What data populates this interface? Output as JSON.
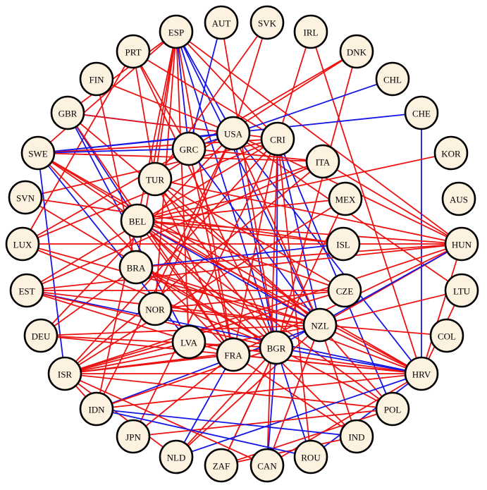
{
  "colors": {
    "red_edge": "#ee1111",
    "blue_edge": "#1515e6",
    "node_fill": "#fdf1e0",
    "node_stroke": "#000000"
  },
  "nodes": [
    {
      "id": "ESP",
      "label": "ESP"
    },
    {
      "id": "AUT",
      "label": "AUT"
    },
    {
      "id": "SVK",
      "label": "SVK"
    },
    {
      "id": "IRL",
      "label": "IRL"
    },
    {
      "id": "PRT",
      "label": "PRT"
    },
    {
      "id": "DNK",
      "label": "DNK"
    },
    {
      "id": "FIN",
      "label": "FIN"
    },
    {
      "id": "CHL",
      "label": "CHL"
    },
    {
      "id": "GBR",
      "label": "GBR"
    },
    {
      "id": "CHE",
      "label": "CHE"
    },
    {
      "id": "USA",
      "label": "USA"
    },
    {
      "id": "CRI",
      "label": "CRI"
    },
    {
      "id": "SWE",
      "label": "SWE"
    },
    {
      "id": "GRC",
      "label": "GRC"
    },
    {
      "id": "ITA",
      "label": "ITA"
    },
    {
      "id": "KOR",
      "label": "KOR"
    },
    {
      "id": "TUR",
      "label": "TUR"
    },
    {
      "id": "SVN",
      "label": "SVN"
    },
    {
      "id": "MEX",
      "label": "MEX"
    },
    {
      "id": "AUS",
      "label": "AUS"
    },
    {
      "id": "BEL",
      "label": "BEL"
    },
    {
      "id": "LUX",
      "label": "LUX"
    },
    {
      "id": "ISL",
      "label": "ISL"
    },
    {
      "id": "HUN",
      "label": "HUN"
    },
    {
      "id": "BRA",
      "label": "BRA"
    },
    {
      "id": "EST",
      "label": "EST"
    },
    {
      "id": "CZE",
      "label": "CZE"
    },
    {
      "id": "LTU",
      "label": "LTU"
    },
    {
      "id": "NOR",
      "label": "NOR"
    },
    {
      "id": "DEU",
      "label": "DEU"
    },
    {
      "id": "NZL",
      "label": "NZL"
    },
    {
      "id": "COL",
      "label": "COL"
    },
    {
      "id": "LVA",
      "label": "LVA"
    },
    {
      "id": "FRA",
      "label": "FRA"
    },
    {
      "id": "BGR",
      "label": "BGR"
    },
    {
      "id": "ISR",
      "label": "ISR"
    },
    {
      "id": "HRV",
      "label": "HRV"
    },
    {
      "id": "IDN",
      "label": "IDN"
    },
    {
      "id": "POL",
      "label": "POL"
    },
    {
      "id": "JPN",
      "label": "JPN"
    },
    {
      "id": "IND",
      "label": "IND"
    },
    {
      "id": "NLD",
      "label": "NLD"
    },
    {
      "id": "ZAF",
      "label": "ZAF"
    },
    {
      "id": "CAN",
      "label": "CAN"
    },
    {
      "id": "ROU",
      "label": "ROU"
    }
  ],
  "edges": [
    {
      "from": "ESP",
      "to": "USA",
      "color": "blue"
    },
    {
      "from": "ESP",
      "to": "CRI",
      "color": "red"
    },
    {
      "from": "ESP",
      "to": "GRC",
      "color": "blue"
    },
    {
      "from": "ESP",
      "to": "TUR",
      "color": "red"
    },
    {
      "from": "ESP",
      "to": "BEL",
      "color": "red"
    },
    {
      "from": "ESP",
      "to": "BRA",
      "color": "red"
    },
    {
      "from": "ESP",
      "to": "NZL",
      "color": "blue"
    },
    {
      "from": "ESP",
      "to": "BGR",
      "color": "blue"
    },
    {
      "from": "ESP",
      "to": "FRA",
      "color": "red"
    },
    {
      "from": "ESP",
      "to": "LVA",
      "color": "red"
    },
    {
      "from": "ESP",
      "to": "SWE",
      "color": "red"
    },
    {
      "from": "ESP",
      "to": "GBR",
      "color": "red"
    },
    {
      "from": "ESP",
      "to": "HUN",
      "color": "red"
    },
    {
      "from": "ESP",
      "to": "NOR",
      "color": "red"
    },
    {
      "from": "AUT",
      "to": "GRC",
      "color": "blue"
    },
    {
      "from": "AUT",
      "to": "BGR",
      "color": "red"
    },
    {
      "from": "SVK",
      "to": "USA",
      "color": "red"
    },
    {
      "from": "SVK",
      "to": "TUR",
      "color": "red"
    },
    {
      "from": "IRL",
      "to": "CRI",
      "color": "red"
    },
    {
      "from": "IRL",
      "to": "HRV",
      "color": "red"
    },
    {
      "from": "PRT",
      "to": "CRI",
      "color": "red"
    },
    {
      "from": "PRT",
      "to": "GRC",
      "color": "red"
    },
    {
      "from": "PRT",
      "to": "TUR",
      "color": "red"
    },
    {
      "from": "PRT",
      "to": "LUX",
      "color": "red"
    },
    {
      "from": "PRT",
      "to": "BGR",
      "color": "red"
    },
    {
      "from": "DNK",
      "to": "GRC",
      "color": "red"
    },
    {
      "from": "DNK",
      "to": "TUR",
      "color": "red"
    },
    {
      "from": "DNK",
      "to": "BGR",
      "color": "red"
    },
    {
      "from": "FIN",
      "to": "USA",
      "color": "red"
    },
    {
      "from": "FIN",
      "to": "BRA",
      "color": "red"
    },
    {
      "from": "CHL",
      "to": "GRC",
      "color": "blue"
    },
    {
      "from": "GBR",
      "to": "USA",
      "color": "blue"
    },
    {
      "from": "GBR",
      "to": "CRI",
      "color": "red"
    },
    {
      "from": "GBR",
      "to": "BEL",
      "color": "blue"
    },
    {
      "from": "GBR",
      "to": "FRA",
      "color": "red"
    },
    {
      "from": "GBR",
      "to": "NZL",
      "color": "red"
    },
    {
      "from": "GBR",
      "to": "LVA",
      "color": "blue"
    },
    {
      "from": "CHE",
      "to": "SWE",
      "color": "blue"
    },
    {
      "from": "CHE",
      "to": "HRV",
      "color": "blue"
    },
    {
      "from": "USA",
      "to": "SWE",
      "color": "blue"
    },
    {
      "from": "USA",
      "to": "HUN",
      "color": "red"
    },
    {
      "from": "USA",
      "to": "BGR",
      "color": "blue"
    },
    {
      "from": "USA",
      "to": "IDN",
      "color": "red"
    },
    {
      "from": "USA",
      "to": "LTU",
      "color": "red"
    },
    {
      "from": "USA",
      "to": "NOR",
      "color": "red"
    },
    {
      "from": "USA",
      "to": "NZL",
      "color": "red"
    },
    {
      "from": "USA",
      "to": "DEU",
      "color": "red"
    },
    {
      "from": "USA",
      "to": "HRV",
      "color": "blue"
    },
    {
      "from": "CRI",
      "to": "SWE",
      "color": "red"
    },
    {
      "from": "CRI",
      "to": "SVN",
      "color": "red"
    },
    {
      "from": "CRI",
      "to": "LUX",
      "color": "red"
    },
    {
      "from": "CRI",
      "to": "EST",
      "color": "red"
    },
    {
      "from": "CRI",
      "to": "NZL",
      "color": "blue"
    },
    {
      "from": "CRI",
      "to": "BGR",
      "color": "blue"
    },
    {
      "from": "CRI",
      "to": "CAN",
      "color": "red"
    },
    {
      "from": "CRI",
      "to": "JPN",
      "color": "red"
    },
    {
      "from": "CRI",
      "to": "ISR",
      "color": "red"
    },
    {
      "from": "CRI",
      "to": "POL",
      "color": "blue"
    },
    {
      "from": "CRI",
      "to": "ROU",
      "color": "red"
    },
    {
      "from": "CRI",
      "to": "FRA",
      "color": "red"
    },
    {
      "from": "SWE",
      "to": "GRC",
      "color": "blue"
    },
    {
      "from": "SWE",
      "to": "BEL",
      "color": "red"
    },
    {
      "from": "SWE",
      "to": "NZL",
      "color": "red"
    },
    {
      "from": "SWE",
      "to": "HRV",
      "color": "red"
    },
    {
      "from": "SWE",
      "to": "LVA",
      "color": "blue"
    },
    {
      "from": "SWE",
      "to": "ISR",
      "color": "blue"
    },
    {
      "from": "SWE",
      "to": "ITA",
      "color": "red"
    },
    {
      "from": "SWE",
      "to": "FRA",
      "color": "red"
    },
    {
      "from": "GRC",
      "to": "ITA",
      "color": "red"
    },
    {
      "from": "GRC",
      "to": "NZL",
      "color": "blue"
    },
    {
      "from": "GRC",
      "to": "LUX",
      "color": "red"
    },
    {
      "from": "GRC",
      "to": "FRA",
      "color": "red"
    },
    {
      "from": "ITA",
      "to": "BEL",
      "color": "red"
    },
    {
      "from": "ITA",
      "to": "HUN",
      "color": "red"
    },
    {
      "from": "ITA",
      "to": "EST",
      "color": "red"
    },
    {
      "from": "ITA",
      "to": "ISR",
      "color": "red"
    },
    {
      "from": "TUR",
      "to": "HUN",
      "color": "red"
    },
    {
      "from": "TUR",
      "to": "NZL",
      "color": "red"
    },
    {
      "from": "TUR",
      "to": "FRA",
      "color": "red"
    },
    {
      "from": "TUR",
      "to": "CZE",
      "color": "red"
    },
    {
      "from": "TUR",
      "to": "BGR",
      "color": "red"
    },
    {
      "from": "SVN",
      "to": "BGR",
      "color": "red"
    },
    {
      "from": "SVN",
      "to": "ISL",
      "color": "red"
    },
    {
      "from": "MEX",
      "to": "BEL",
      "color": "red"
    },
    {
      "from": "MEX",
      "to": "ISR",
      "color": "red"
    },
    {
      "from": "MEX",
      "to": "ZAF",
      "color": "red"
    },
    {
      "from": "BEL",
      "to": "HUN",
      "color": "red"
    },
    {
      "from": "BEL",
      "to": "NZL",
      "color": "blue"
    },
    {
      "from": "BEL",
      "to": "BGR",
      "color": "red"
    },
    {
      "from": "BEL",
      "to": "HRV",
      "color": "red"
    },
    {
      "from": "BEL",
      "to": "POL",
      "color": "red"
    },
    {
      "from": "BEL",
      "to": "IND",
      "color": "red"
    },
    {
      "from": "BEL",
      "to": "IDN",
      "color": "red"
    },
    {
      "from": "BEL",
      "to": "FRA",
      "color": "red"
    },
    {
      "from": "LUX",
      "to": "HUN",
      "color": "red"
    },
    {
      "from": "LUX",
      "to": "BGR",
      "color": "red"
    },
    {
      "from": "LUX",
      "to": "NZL",
      "color": "red"
    },
    {
      "from": "ISL",
      "to": "BRA",
      "color": "blue"
    },
    {
      "from": "HUN",
      "to": "EST",
      "color": "red"
    },
    {
      "from": "HUN",
      "to": "BRA",
      "color": "red"
    },
    {
      "from": "HUN",
      "to": "FRA",
      "color": "red"
    },
    {
      "from": "HUN",
      "to": "NZL",
      "color": "red"
    },
    {
      "from": "HUN",
      "to": "BGR",
      "color": "blue"
    },
    {
      "from": "HUN",
      "to": "HRV",
      "color": "red"
    },
    {
      "from": "HUN",
      "to": "ISR",
      "color": "red"
    },
    {
      "from": "BRA",
      "to": "NZL",
      "color": "red"
    },
    {
      "from": "BRA",
      "to": "HRV",
      "color": "red"
    },
    {
      "from": "BRA",
      "to": "BGR",
      "color": "red"
    },
    {
      "from": "BRA",
      "to": "DEU",
      "color": "red"
    },
    {
      "from": "EST",
      "to": "NZL",
      "color": "red"
    },
    {
      "from": "EST",
      "to": "HRV",
      "color": "blue"
    },
    {
      "from": "EST",
      "to": "FRA",
      "color": "red"
    },
    {
      "from": "EST",
      "to": "BGR",
      "color": "red"
    },
    {
      "from": "EST",
      "to": "CZE",
      "color": "red"
    },
    {
      "from": "CZE",
      "to": "ISR",
      "color": "red"
    },
    {
      "from": "CZE",
      "to": "NOR",
      "color": "red"
    },
    {
      "from": "LTU",
      "to": "HRV",
      "color": "red"
    },
    {
      "from": "LTU",
      "to": "NZL",
      "color": "red"
    },
    {
      "from": "NOR",
      "to": "NZL",
      "color": "red"
    },
    {
      "from": "DEU",
      "to": "NZL",
      "color": "red"
    },
    {
      "from": "DEU",
      "to": "HRV",
      "color": "red"
    },
    {
      "from": "DEU",
      "to": "BGR",
      "color": "red"
    },
    {
      "from": "NZL",
      "to": "ISR",
      "color": "red"
    },
    {
      "from": "NZL",
      "to": "IDN",
      "color": "blue"
    },
    {
      "from": "NZL",
      "to": "NLD",
      "color": "red"
    },
    {
      "from": "NZL",
      "to": "CAN",
      "color": "red"
    },
    {
      "from": "NZL",
      "to": "POL",
      "color": "red"
    },
    {
      "from": "NZL",
      "to": "IND",
      "color": "red"
    },
    {
      "from": "NZL",
      "to": "HRV",
      "color": "red"
    },
    {
      "from": "NZL",
      "to": "COL",
      "color": "red"
    },
    {
      "from": "LVA",
      "to": "HRV",
      "color": "red"
    },
    {
      "from": "LVA",
      "to": "ISR",
      "color": "red"
    },
    {
      "from": "FRA",
      "to": "HRV",
      "color": "red"
    },
    {
      "from": "FRA",
      "to": "ISR",
      "color": "red"
    },
    {
      "from": "FRA",
      "to": "JPN",
      "color": "red"
    },
    {
      "from": "FRA",
      "to": "IND",
      "color": "red"
    },
    {
      "from": "FRA",
      "to": "NLD",
      "color": "blue"
    },
    {
      "from": "BGR",
      "to": "HRV",
      "color": "blue"
    },
    {
      "from": "BGR",
      "to": "NLD",
      "color": "red"
    },
    {
      "from": "BGR",
      "to": "CAN",
      "color": "blue"
    },
    {
      "from": "BGR",
      "to": "ZAF",
      "color": "red"
    },
    {
      "from": "BGR",
      "to": "ISR",
      "color": "red"
    },
    {
      "from": "BGR",
      "to": "POL",
      "color": "red"
    },
    {
      "from": "BGR",
      "to": "ROU",
      "color": "blue"
    },
    {
      "from": "BGR",
      "to": "IDN",
      "color": "red"
    },
    {
      "from": "ISR",
      "to": "HRV",
      "color": "red"
    },
    {
      "from": "ISR",
      "to": "IDN",
      "color": "red"
    },
    {
      "from": "ISR",
      "to": "POL",
      "color": "red"
    },
    {
      "from": "ISR",
      "to": "NLD",
      "color": "red"
    },
    {
      "from": "HRV",
      "to": "IDN",
      "color": "red"
    },
    {
      "from": "HRV",
      "to": "NLD",
      "color": "blue"
    },
    {
      "from": "HRV",
      "to": "CAN",
      "color": "red"
    },
    {
      "from": "HRV",
      "to": "ROU",
      "color": "blue"
    },
    {
      "from": "POL",
      "to": "ZAF",
      "color": "red"
    },
    {
      "from": "POL",
      "to": "JPN",
      "color": "red"
    },
    {
      "from": "IND",
      "to": "IDN",
      "color": "blue"
    },
    {
      "from": "IND",
      "to": "ZAF",
      "color": "red"
    },
    {
      "from": "CAN",
      "to": "ISR",
      "color": "red"
    },
    {
      "from": "ROU",
      "to": "IDN",
      "color": "blue"
    },
    {
      "from": "ISL",
      "to": "BEL",
      "color": "red"
    },
    {
      "from": "CZE",
      "to": "BEL",
      "color": "red"
    },
    {
      "from": "KOR",
      "to": "BEL",
      "color": "red"
    }
  ]
}
